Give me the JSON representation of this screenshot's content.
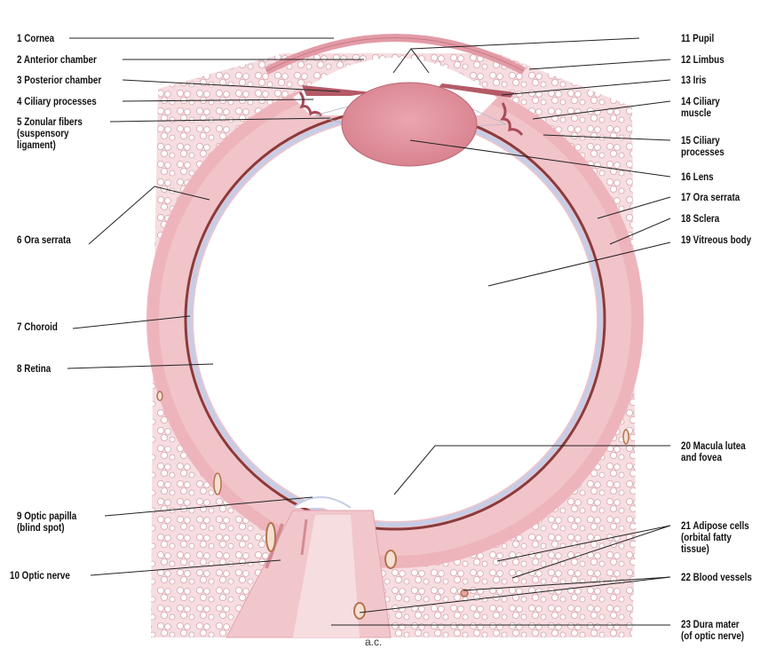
{
  "labels": [
    {
      "id": "l1",
      "text": "1 Cornea"
    },
    {
      "id": "l2",
      "text": "2 Anterior chamber"
    },
    {
      "id": "l3",
      "text": "3 Posterior chamber"
    },
    {
      "id": "l4",
      "text": "4 Ciliary processes"
    },
    {
      "id": "l5",
      "text": "5 Zonular fibers\n(suspensory\nligament)"
    },
    {
      "id": "l6",
      "text": "6 Ora serrata"
    },
    {
      "id": "l7",
      "text": "7 Choroid"
    },
    {
      "id": "l8",
      "text": "8 Retina"
    },
    {
      "id": "l9",
      "text": "9 Optic papilla\n(blind spot)"
    },
    {
      "id": "l10",
      "text": "10 Optic nerve"
    },
    {
      "id": "l11",
      "text": "11 Pupil"
    },
    {
      "id": "l12",
      "text": "12 Limbus"
    },
    {
      "id": "l13",
      "text": "13 Iris"
    },
    {
      "id": "l14",
      "text": "14 Ciliary\nmuscle"
    },
    {
      "id": "l15",
      "text": "15 Ciliary\nprocesses"
    },
    {
      "id": "l16",
      "text": "16 Lens"
    },
    {
      "id": "l17",
      "text": "17 Ora serrata"
    },
    {
      "id": "l18",
      "text": "18 Sclera"
    },
    {
      "id": "l19",
      "text": "19 Vitreous body"
    },
    {
      "id": "l20",
      "text": "20 Macula lutea\nand fovea"
    },
    {
      "id": "l21",
      "text": "21 Adipose cells\n(orbital fatty\ntissue)"
    },
    {
      "id": "l22",
      "text": "22 Blood vessels"
    },
    {
      "id": "l23",
      "text": "23 Dura mater\n(of optic nerve)"
    }
  ],
  "credit": "a.c.",
  "colors": {
    "tissue": "#f3cdd2",
    "sclera": "#e9a7b1",
    "choroid": "#8a3b3b",
    "retina": "#cfd6ea",
    "lens": "#e4949f",
    "leader": "#222222"
  }
}
